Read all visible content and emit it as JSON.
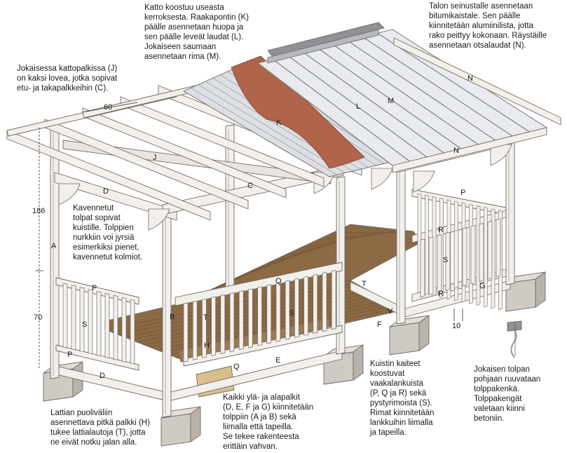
{
  "colors": {
    "wood_light": "#f3f0ec",
    "wood_stroke": "#6f6a66",
    "roof_sheet": "#e9ebee",
    "felt": "#b0644a",
    "deck": "#8b6a44",
    "deck_dark": "#6d5133",
    "concrete": "#cfcac4",
    "metal": "#8f9194"
  },
  "notes": {
    "roof": "Katto koostuu useasta\nkerroksesta. Raakapontin (K)\npäälle asennetaan huopa ja\nsen päälle leveät laudat (L).\nJokaiseen saumaan\nasennetaan rima (M).",
    "wall": "Talon seinustalle asennetaan\nbitumikaistale. Sen päälle\nkiinnitetään alumiinilista, jotta\nrako peittyy kokonaan. Räystäille\nasennetaan otsalaudat (N).",
    "rafter": "Jokaisessa kattopalkissa  (J)\non kaksi lovea, jotka sopivat\netu- ja takapalkkeihin (C).",
    "posts": "Kavennetut\ntolpat sopivat\nkuistille. Tolppien\nnurkkiin voi  jyrsiä\nesimerkiksi pienet,\nkavennetut kolmiot.",
    "beam": "Lattian puoliväliin\nasennettava pitkä palkki (H)\ntukee lattialautoja (T), jotta\nne eivät notku jalan alla.",
    "rails": "Kaikki ylä- ja alapalkit\n(D, E, F ja G) kiinnitetään\ntolppiin (A ja B) sekä\nliimalla että tapeilla.\nSe tekee rakenteesta\nerittäin vahvan.",
    "railings": "Kuistin kaiteet\nkoostuvat\nvaakalankuista\n(P, Q ja R) sekä\npystyrimoista (S).\nRimat kiinnitetään\nlankkuihin liimalla\nja tapeilla.",
    "footing": "Jokaisen tolpan\npohjaan ruuvataan\ntolppakenkä.\nTolppakengät\nvaletaan kiinni\nbetoniin."
  },
  "dimensions": {
    "d60": "60",
    "d186": "186",
    "d70": "70",
    "d10": "10"
  },
  "part_labels": {
    "A": "A",
    "B": "B",
    "C": "C",
    "D1": "D",
    "D2": "D",
    "E": "E",
    "F": "F",
    "G": "G",
    "H": "H",
    "J": "J",
    "K": "K",
    "L": "L",
    "M": "M",
    "N1": "N",
    "N2": "N",
    "P1": "P",
    "P2": "P",
    "P3": "P",
    "Q1": "Q",
    "Q2": "Q",
    "R1": "R",
    "R2": "R",
    "S1": "S",
    "S2": "S",
    "S3": "S",
    "T1": "T",
    "T2": "T",
    "V": "V"
  }
}
